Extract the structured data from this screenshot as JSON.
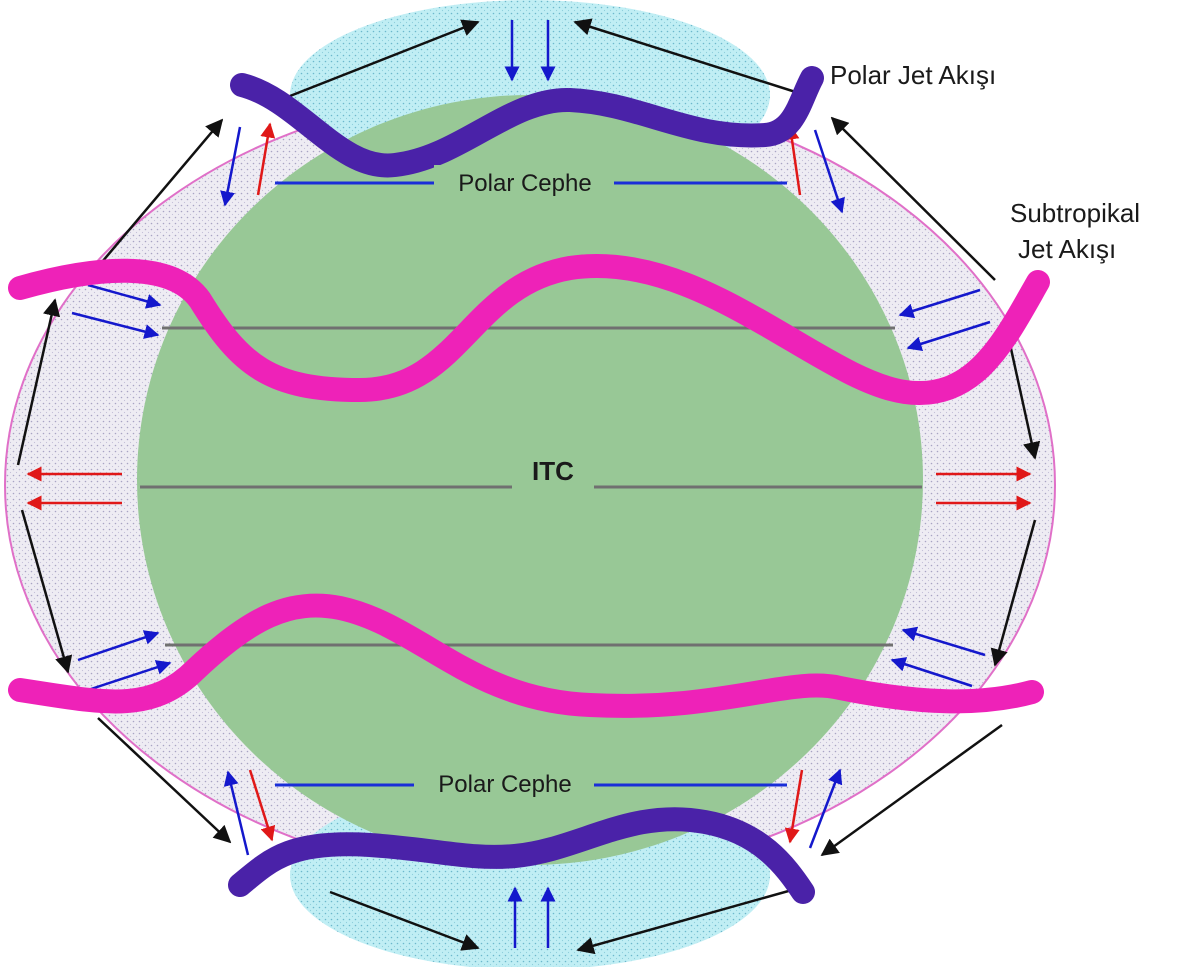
{
  "labels": {
    "polar_jet": "Polar Jet Akışı",
    "subtropical_jet_line1": "Subtropikal",
    "subtropical_jet_line2": "Jet Akışı",
    "polar_front_north": "Polar Cephe",
    "polar_front_south": "Polar Cephe",
    "itc": "ITC"
  },
  "colors": {
    "earth": "#98c896",
    "atmosphere_outline": "#e070c8",
    "atmosphere_fill": "#eceaf2",
    "polar_cap": "#b8ecf2",
    "polar_jet": "#4a22a8",
    "subtropical_jet": "#ee22b8",
    "circulation_arrow": "#111111",
    "cold_air_arrow": "#1418cc",
    "warm_air_arrow": "#e01818",
    "latitude_line": "#707070",
    "polar_front_line": "#1a2ed8"
  }
}
